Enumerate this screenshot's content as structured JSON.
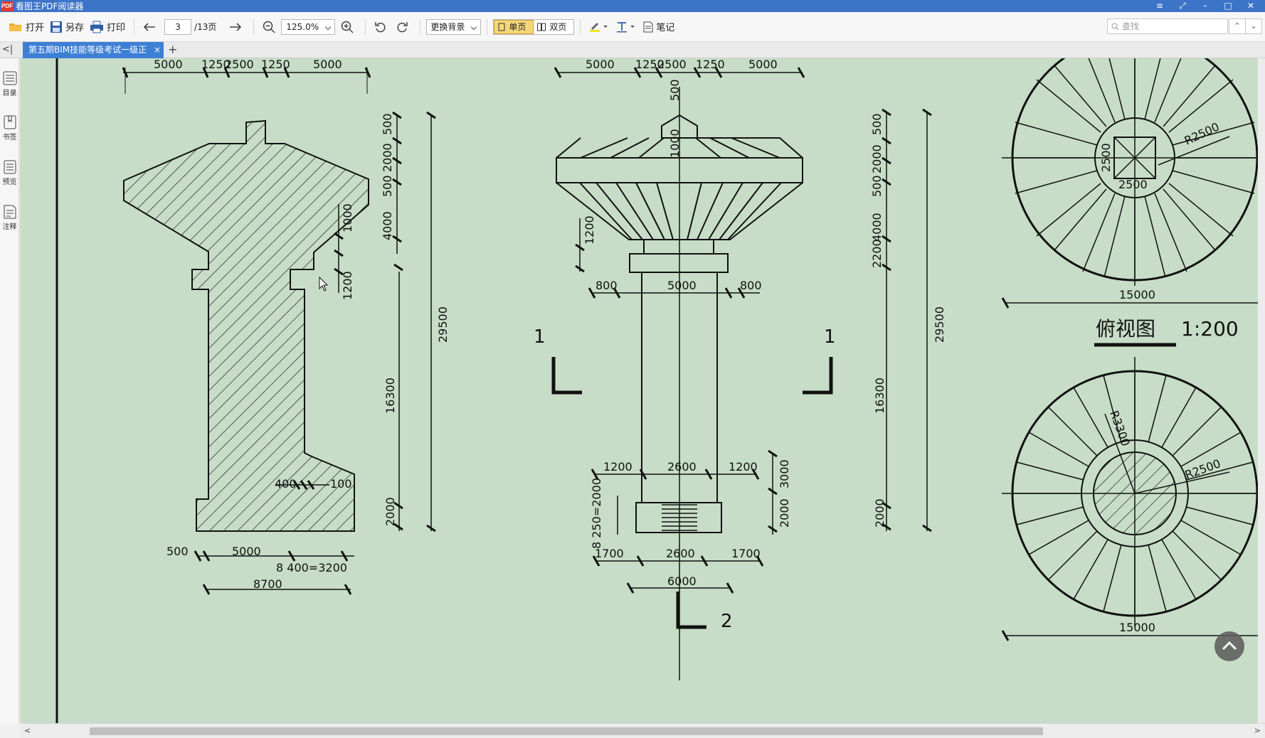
{
  "window": {
    "title": "看图王PDF阅读器",
    "logo": "PDF",
    "controls": [
      "≡",
      "⤢",
      "–",
      "□",
      "✕"
    ]
  },
  "toolbar": {
    "open": "打开",
    "save_as": "另存",
    "print": "打印",
    "current_page": "3",
    "total_pages": "/13页",
    "zoom": "125.0%",
    "background": "更换背景",
    "single_page": "单页",
    "double_page": "双页",
    "note": "笔记",
    "search_placeholder": "查找"
  },
  "tabs": {
    "active": "第五期BIM技能等级考试一级正",
    "close": "×",
    "add": "+"
  },
  "sidebar": {
    "items": [
      "目录",
      "书签",
      "预览",
      "注释"
    ]
  },
  "drawing": {
    "section": {
      "top_dims": [
        "5000",
        "1250",
        "2500",
        "1250",
        "5000"
      ],
      "right_dims": [
        "500",
        "2000",
        "500",
        "4000",
        "16300",
        "2000"
      ],
      "inner_dims": [
        "1000",
        "1200"
      ],
      "total": "29500",
      "base_dims": [
        "400",
        "100"
      ],
      "bottom_dims": [
        "500",
        "5000",
        "8 400=3200"
      ],
      "overall": "8700"
    },
    "elevation": {
      "top_dims": [
        "5000",
        "1250",
        "2500",
        "1250",
        "5000"
      ],
      "vertical": [
        "500",
        "1000",
        "1200"
      ],
      "mid_dims": [
        "800",
        "5000",
        "800"
      ],
      "lower_dims": [
        "1200",
        "2600",
        "1200"
      ],
      "right_small": [
        "3000",
        "2000"
      ],
      "left_steps": "8 250=2000",
      "base_dims": [
        "1700",
        "2600",
        "1700"
      ],
      "overall": "6000",
      "section_mark_left": "1",
      "section_mark_right": "1",
      "section_mark_bottom": "2"
    },
    "column": {
      "dims": [
        "500",
        "2000",
        "500",
        "4000",
        "2200",
        "16300",
        "2000"
      ],
      "total": "29500"
    },
    "plan": {
      "r_outer": "R2500",
      "inner_width": "2500",
      "inner_height": "2500",
      "width": "15000",
      "title": "俯视图",
      "scale": "1:200",
      "r2": "R3300",
      "r3": "R2500",
      "width2": "15000"
    }
  }
}
